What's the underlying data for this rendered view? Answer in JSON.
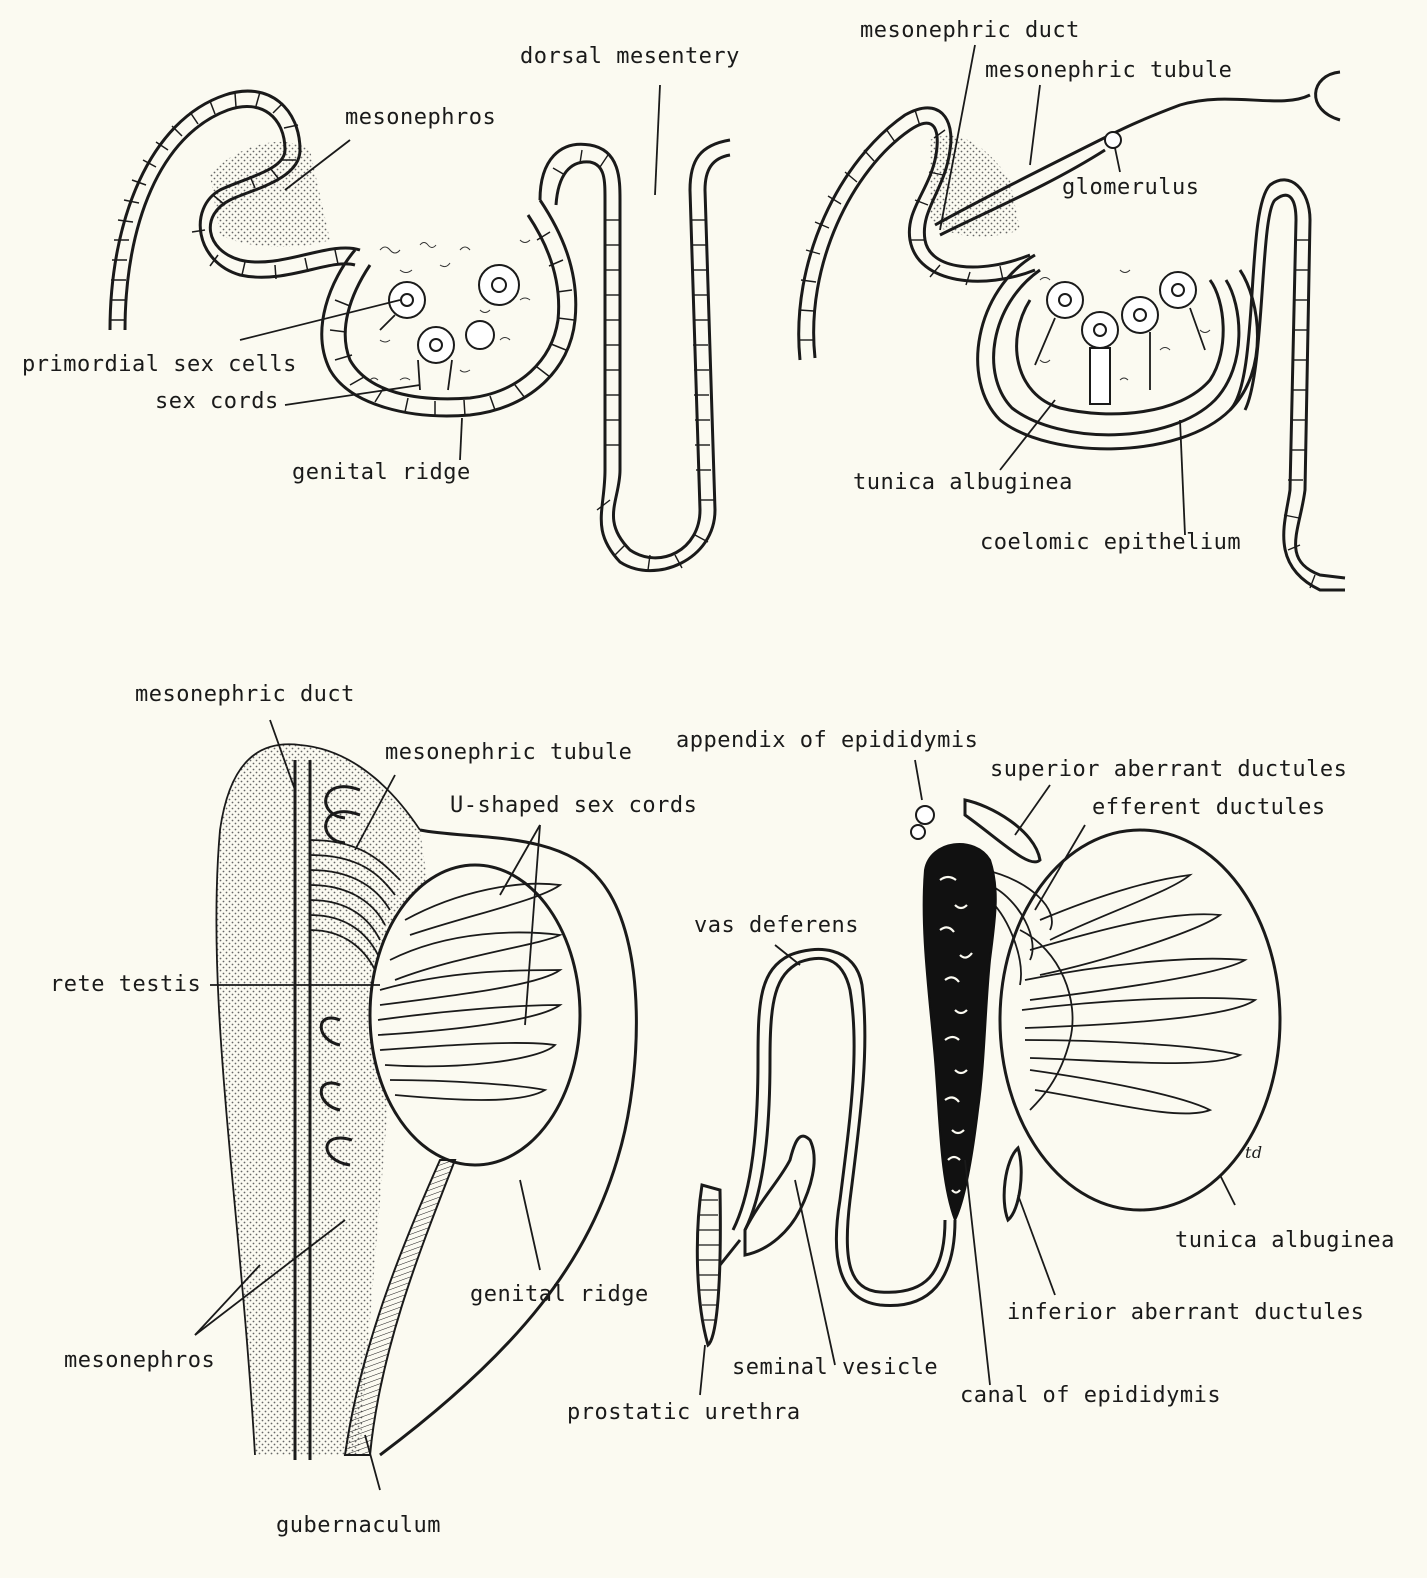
{
  "labels": {
    "top_left": {
      "dorsal_mesentery": "dorsal mesentery",
      "mesonephros": "mesonephros",
      "primordial_sex_cells": "primordial sex cells",
      "sex_cords": "sex cords",
      "genital_ridge": "genital ridge"
    },
    "top_right": {
      "mesonephric_duct": "mesonephric duct",
      "mesonephric_tubule": "mesonephric tubule",
      "glomerulus": "glomerulus",
      "tunica_albuginea": "tunica albuginea",
      "coelomic_epithelium": "coelomic epithelium"
    },
    "bottom_left": {
      "mesonephric_duct": "mesonephric duct",
      "mesonephric_tubule": "mesonephric tubule",
      "u_shaped_sex_cords": "U-shaped sex cords",
      "rete_testis": "rete testis",
      "genital_ridge": "genital ridge",
      "mesonephros": "mesonephros",
      "gubernaculum": "gubernaculum"
    },
    "bottom_right": {
      "appendix_of_epididymis": "appendix of epididymis",
      "superior_aberrant_ductules": "superior aberrant ductules",
      "efferent_ductules": "efferent ductules",
      "vas_deferens": "vas deferens",
      "tunica_albuginea": "tunica albuginea",
      "inferior_aberrant_ductules": "inferior aberrant ductules",
      "seminal_vesicle": "seminal vesicle",
      "canal_of_epididymis": "canal of epididymis",
      "prostatic_urethra": "prostatic urethra"
    }
  },
  "signature": "td"
}
